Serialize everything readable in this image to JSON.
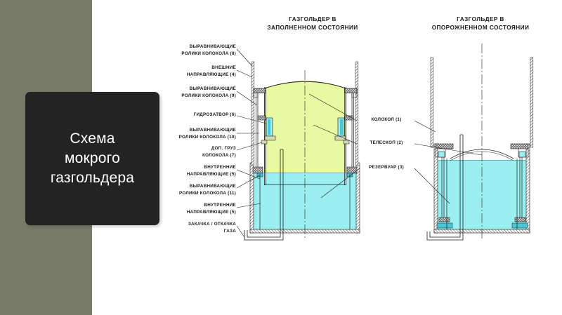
{
  "slide": {
    "title": "Схема\nмокрого\nгазгольдера",
    "background_color": "#ffffff",
    "band_color": "#787b69",
    "card_color": "#232323",
    "card_text_color": "#ffffff"
  },
  "diagram": {
    "type": "technical-cross-section",
    "colors": {
      "gas": "#e9f9a2",
      "water": "#9ceff0",
      "line": "#1a1a1a",
      "hatch": "#555555",
      "seal": "#49c7d6"
    },
    "headings": [
      {
        "id": "filled",
        "text": "ГАЗГОЛЬДЕР В\nЗАПОЛНЕННОМ СОСТОЯНИИ"
      },
      {
        "id": "emptied",
        "text": "ГАЗГОЛЬДЕР В\nОПОРОЖНЕННОМ СОСТОЯНИИ"
      }
    ],
    "left_labels": [
      {
        "text": "ВЫРАВНИВАЮЩИЕ\nРОЛИКИ КОЛОКОЛА (8)"
      },
      {
        "text": "ВНЕШНИЕ\nНАПРАВЛЯЮЩИЕ (4)"
      },
      {
        "text": "ВЫРАВНИВАЮЩИЕ\nРОЛИКИ КОЛОКОЛА (9)"
      },
      {
        "text": "ГИДРОЗАТВОР (6)"
      },
      {
        "text": "ВЫРАВНИВАЮЩИЕ\nРОЛИКИ КОЛОКОЛА (10)"
      },
      {
        "text": "ДОП. ГРУЗ\nКОЛОКОЛА (7)"
      },
      {
        "text": "ВНУТРЕННИЕ\nНАПРАВЛЯЮЩИЕ (5)"
      },
      {
        "text": "ВЫРАВНИВАЮЩИЕ\nРОЛИКИ КОЛОКОЛА (11)"
      },
      {
        "text": "ВНУТРЕННИЕ\nНАПРАВЛЯЮЩИЕ (5)"
      },
      {
        "text": "ЗАКАЧКА / ОТКАЧКА\nГАЗА"
      }
    ],
    "center_labels": [
      {
        "text": "КОЛОКОЛ (1)"
      },
      {
        "text": "ТЕЛЕСКОП (2)"
      },
      {
        "text": "РЕЗЕРВУАР (3)"
      }
    ]
  }
}
